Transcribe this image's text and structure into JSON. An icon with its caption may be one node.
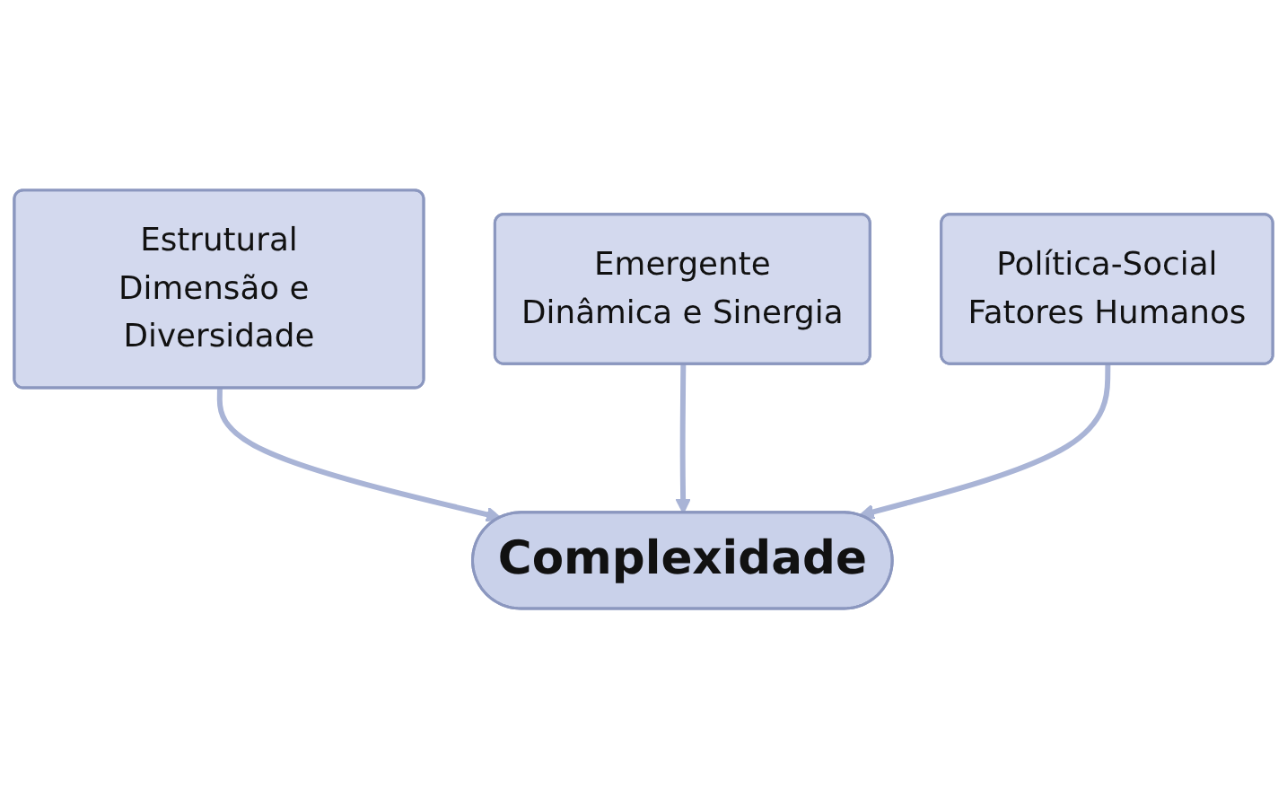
{
  "diagram": {
    "nodes": [
      {
        "text": [
          "Estrutural",
          "Dimensão e Diversidade"
        ]
      },
      {
        "text": [
          "Emergente",
          "Dinâmica e Sinergia"
        ]
      },
      {
        "text": [
          "Política-Social",
          "Fatores Humanos"
        ]
      },
      {
        "text": [
          "Complexidade"
        ]
      }
    ],
    "edges": [
      {
        "from": 0,
        "to": 3,
        "arrow": "to"
      },
      {
        "from": 1,
        "to": 3,
        "arrow": "to"
      },
      {
        "from": 2,
        "to": 3,
        "arrow": "to"
      }
    ]
  }
}
